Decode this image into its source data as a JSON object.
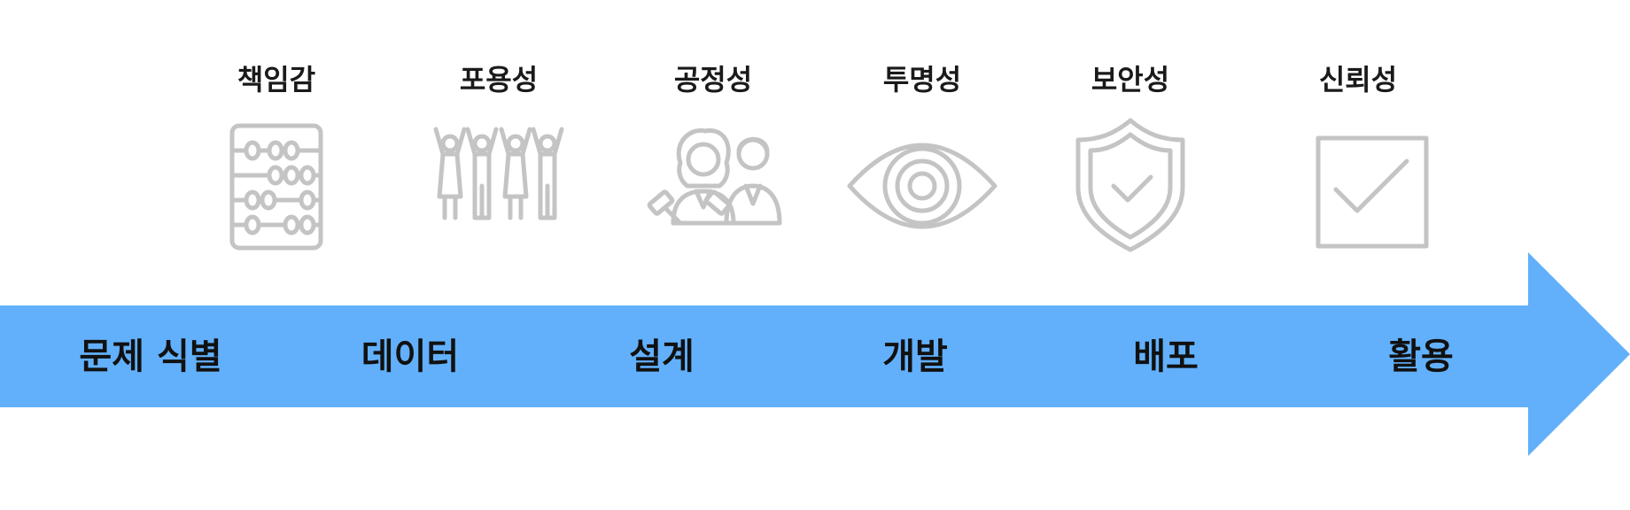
{
  "principles": [
    {
      "label": "책임감",
      "icon": "abacus-icon"
    },
    {
      "label": "포용성",
      "icon": "people-group-icon"
    },
    {
      "label": "공정성",
      "icon": "judge-people-icon"
    },
    {
      "label": "투명성",
      "icon": "eye-icon"
    },
    {
      "label": "보안성",
      "icon": "shield-check-icon"
    },
    {
      "label": "신뢰성",
      "icon": "checkbox-icon"
    }
  ],
  "stages": [
    "문제 식별",
    "데이터",
    "설계",
    "개발",
    "배포",
    "활용"
  ],
  "colors": {
    "arrow": "#62B0FB",
    "icon": "#C4C4C4",
    "text": "#111111"
  }
}
